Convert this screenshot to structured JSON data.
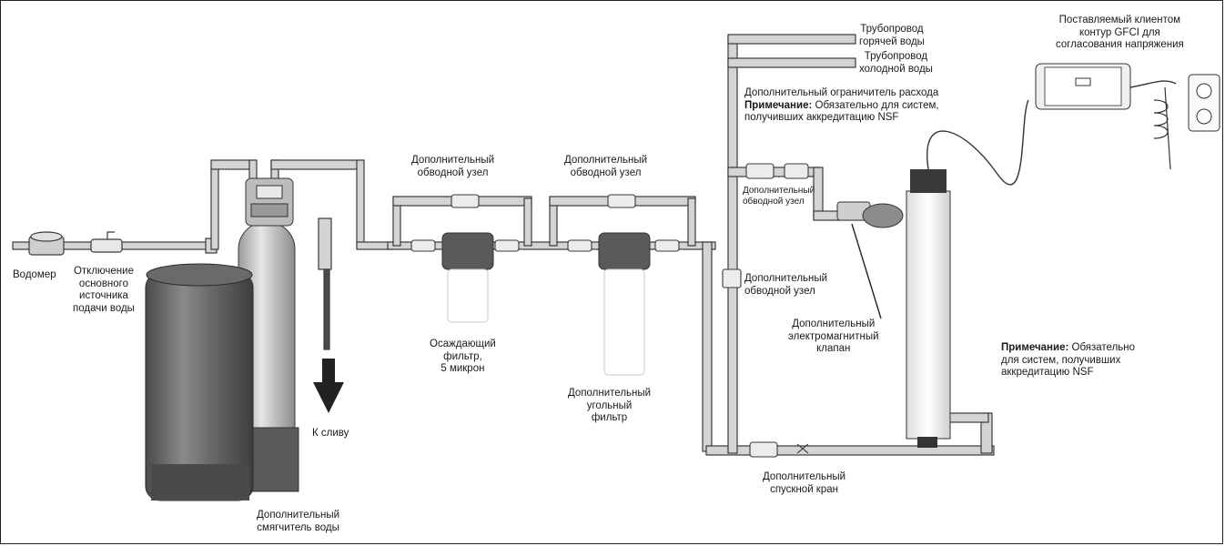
{
  "labels": {
    "water_meter": "Водомер",
    "main_shutoff": [
      "Отключение",
      "основного",
      "источника",
      "подачи воды"
    ],
    "softener": [
      "Дополнительный",
      "смягчитель воды"
    ],
    "drain": "К сливу",
    "bypass_1": [
      "Дополнительный",
      "обводной узел"
    ],
    "bypass_2": [
      "Дополнительный",
      "обводной узел"
    ],
    "sediment_filter": [
      "Осаждающий",
      "фильтр,",
      "5 микрон"
    ],
    "carbon_filter": [
      "Дополнительный",
      "угольный",
      "фильтр"
    ],
    "hot_pipe": [
      "Трубопровод",
      "горячей воды"
    ],
    "cold_pipe": [
      "Трубопровод",
      "холодной воды"
    ],
    "gfci": [
      "Поставляемый клиентом",
      "контур GFCI для",
      "согласования напряжения"
    ],
    "flow_restrictor": "Дополнительный ограничитель расхода",
    "flow_note_bold": "Примечание:",
    "flow_note_text": "Обязательно для систем,",
    "flow_note_text2": "получивших аккредитацию NSF",
    "bypass_uv": [
      "Дополнительный",
      "обводной узел"
    ],
    "bypass_vertical": [
      "Дополнительный",
      "обводной узел"
    ],
    "solenoid": [
      "Дополнительный",
      "электромагнитный",
      "клапан"
    ],
    "nsf_note_bold": "Примечание:",
    "nsf_note_text": "Обязательно",
    "nsf_note_text2": "для систем, получивших",
    "nsf_note_text3": "аккредитацию NSF",
    "drain_valve": [
      "Дополнительный",
      "спускной кран"
    ]
  },
  "colors": {
    "pipe_fill": "#d4d4d4",
    "pipe_stroke": "#3a3a3a",
    "tank_dark": "#5c5c5c",
    "tank_light": "#bdbdbd",
    "uv_body": "#f4f4f4",
    "arrow": "#222222"
  }
}
